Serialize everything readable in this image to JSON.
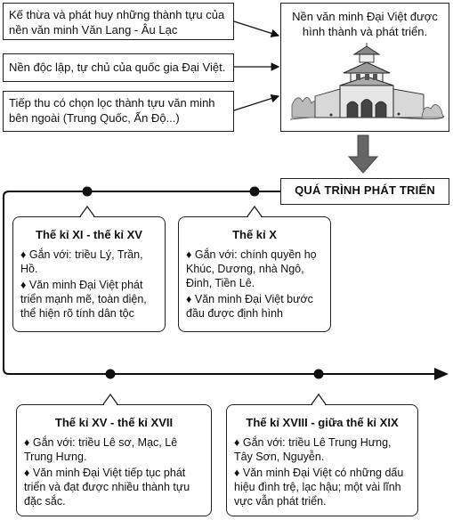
{
  "sources": [
    "Kế thừa và phát huy những thành tựu của nền văn minh Văn Lang - Âu Lạc",
    "Nền độc lập, tự chủ của quốc gia Đại Việt.",
    "Tiếp thu có chọn lọc thành tựu văn minh bên ngoài (Trung Quốc, Ấn Độ...)"
  ],
  "result_title": "Nền văn minh Đại Việt được hình thành và phát triển.",
  "process_label": "QUÁ TRÌNH PHÁT TRIỂN",
  "periods": [
    {
      "title": "Thế kỉ XI - thế kỉ XV",
      "points": [
        "♦ Gắn với: triều Lý, Trần, Hồ.",
        "♦ Văn minh Đại Việt phát triển mạnh mẽ, toàn diện, thể hiện rõ tính dân tộc"
      ]
    },
    {
      "title": "Thế kỉ X",
      "points": [
        "♦ Gắn với: chính quyền họ Khúc, Dương, nhà Ngô, Đinh, Tiền Lê.",
        "♦ Văn minh Đại Việt bước đầu được định hình"
      ]
    },
    {
      "title": "Thế kỉ XV - thế kỉ XVII",
      "points": [
        "♦ Gắn với: triều Lê sơ, Mạc, Lê Trung Hưng.",
        "♦ Văn minh Đại Việt tiếp tục phát triển và đạt được nhiều thành tựu đặc sắc."
      ]
    },
    {
      "title": "Thế kỉ XVIII - giữa thế kỉ XIX",
      "points": [
        "♦ Gắn với: triều Lê Trung Hưng, Tây Sơn, Nguyễn.",
        "♦ Văn minh Đại Việt có những dấu hiệu đình trệ, lạc hậu; một vài lĩnh vực vẫn phát triển."
      ]
    }
  ]
}
